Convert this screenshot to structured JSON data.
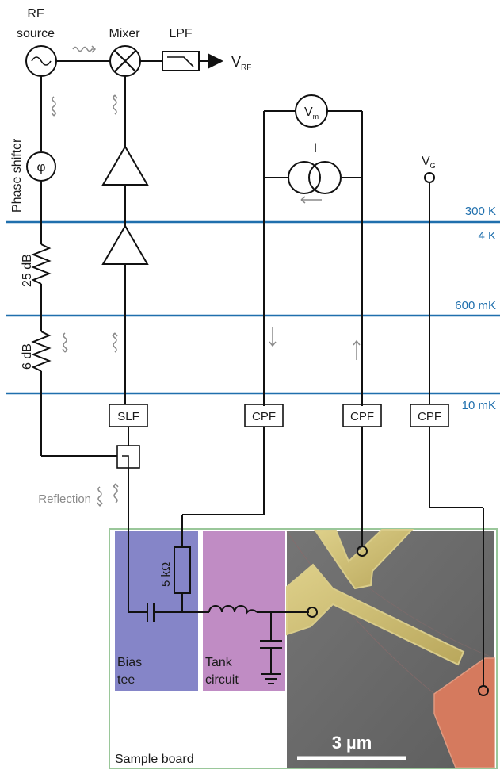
{
  "labels": {
    "rf_source_line1": "RF",
    "rf_source_line2": "source",
    "mixer": "Mixer",
    "lpf": "LPF",
    "vrf_main": "V",
    "vrf_sub": "RF",
    "phase_shifter": "Phase shifter",
    "phi": "φ",
    "att_25": "25 dB",
    "att_6": "6 dB",
    "vm_main": "V",
    "vm_sub": "m",
    "current": "I",
    "vg_main": "V",
    "vg_sub": "G",
    "slf": "SLF",
    "cpf1": "CPF",
    "cpf2": "CPF",
    "cpf3": "CPF",
    "reflection": "Reflection",
    "resistor": "5 kΩ",
    "bias_tee_line1": "Bias",
    "bias_tee_line2": "tee",
    "tank_line1": "Tank",
    "tank_line2": "circuit",
    "scale_bar": "3 µm",
    "sample_board": "Sample board"
  },
  "temperatures": [
    "300 K",
    "4 K",
    "600 mK",
    "10 mK"
  ],
  "colors": {
    "temperature_line": "#1f6fad",
    "bias_tee": "#8585c8",
    "tank_circuit": "#c08cc4",
    "sample_board_border": "#9ac79a",
    "gate_gold": "#cdbd70",
    "contact_red": "#d57a5e",
    "sem_background": "#6c6c6c"
  }
}
